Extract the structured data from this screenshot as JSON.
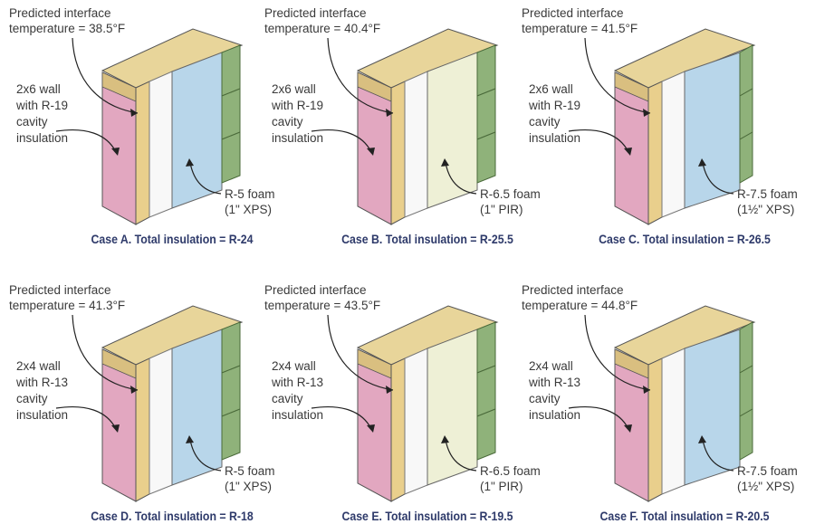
{
  "colors": {
    "caption": "#2e3a6a",
    "xps": "#b8d6ea",
    "pir": "#eef0d6",
    "batt": "#e2a7c0",
    "stud": "#e9cf8c",
    "siding": "#8fb27a"
  },
  "panels": [
    {
      "id": "A",
      "interface": [
        "Predicted interface",
        "temperature = 38.5°F"
      ],
      "wall": [
        "2x6 wall",
        "with R-19",
        "cavity",
        "insulation"
      ],
      "foam": [
        "R-5 foam",
        "(1\" XPS)"
      ],
      "foam_type": "xps",
      "caption": "Case A. Total insulation = R-24"
    },
    {
      "id": "B",
      "interface": [
        "Predicted interface",
        "temperature = 40.4°F"
      ],
      "wall": [
        "2x6 wall",
        "with R-19",
        "cavity",
        "insulation"
      ],
      "foam": [
        "R-6.5 foam",
        "(1\" PIR)"
      ],
      "foam_type": "pir",
      "caption": "Case B. Total insulation = R-25.5"
    },
    {
      "id": "C",
      "interface": [
        "Predicted interface",
        "temperature = 41.5°F"
      ],
      "wall": [
        "2x6 wall",
        "with R-19",
        "cavity",
        "insulation"
      ],
      "foam": [
        "R-7.5 foam",
        "(1½\" XPS)"
      ],
      "foam_type": "xps",
      "caption": "Case C. Total insulation = R-26.5"
    },
    {
      "id": "D",
      "interface": [
        "Predicted interface",
        "temperature = 41.3°F"
      ],
      "wall": [
        "2x4 wall",
        "with R-13",
        "cavity",
        "insulation"
      ],
      "foam": [
        "R-5 foam",
        "(1\" XPS)"
      ],
      "foam_type": "xps",
      "caption": "Case D. Total insulation = R-18"
    },
    {
      "id": "E",
      "interface": [
        "Predicted interface",
        "temperature = 43.5°F"
      ],
      "wall": [
        "2x4 wall",
        "with R-13",
        "cavity",
        "insulation"
      ],
      "foam": [
        "R-6.5 foam",
        "(1\" PIR)"
      ],
      "foam_type": "pir",
      "caption": "Case E. Total insulation = R-19.5"
    },
    {
      "id": "F",
      "interface": [
        "Predicted interface",
        "temperature = 44.8°F"
      ],
      "wall": [
        "2x4 wall",
        "with R-13",
        "cavity",
        "insulation"
      ],
      "foam": [
        "R-7.5 foam",
        "(1½\" XPS)"
      ],
      "foam_type": "xps",
      "caption": "Case F. Total insulation = R-20.5"
    }
  ]
}
